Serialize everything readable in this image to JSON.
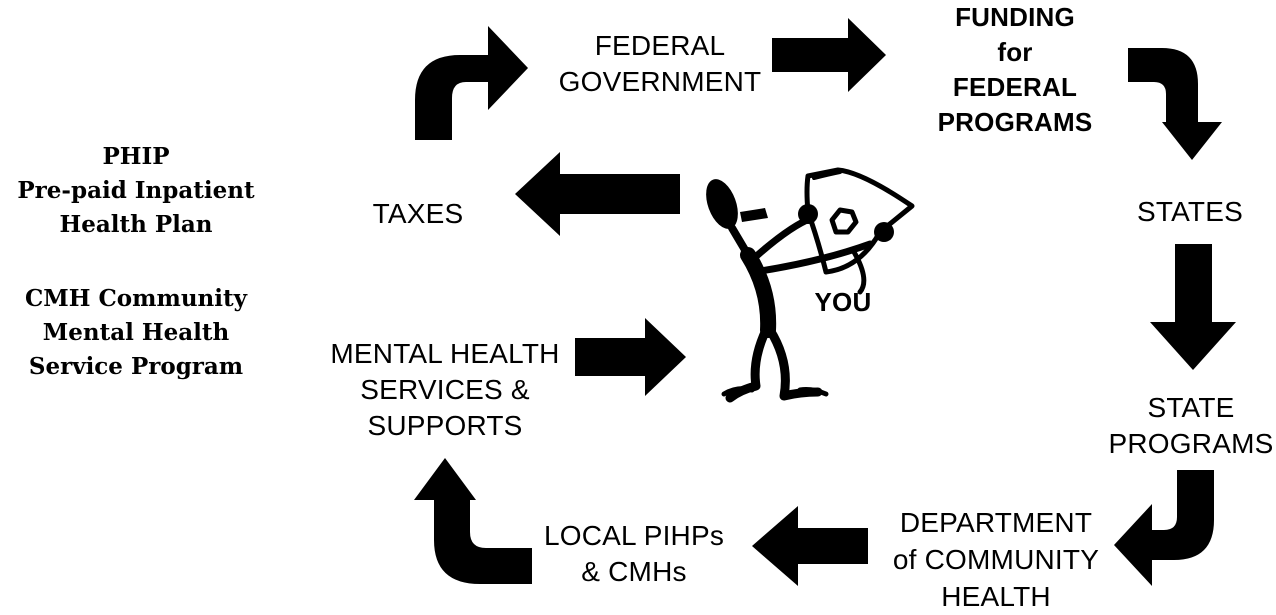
{
  "legend": {
    "phip_lines": [
      "PHIP",
      "Pre-paid Inpatient",
      "Health Plan"
    ],
    "cmh_lines": [
      "CMH  Community",
      "Mental  Health",
      "Service Program"
    ]
  },
  "nodes": {
    "federal_government": [
      "FEDERAL",
      "GOVERNMENT"
    ],
    "funding": [
      "FUNDING",
      "for",
      "FEDERAL",
      "PROGRAMS"
    ],
    "states": [
      "STATES"
    ],
    "state_programs": [
      "STATE",
      "PROGRAMS"
    ],
    "department": [
      "DEPARTMENT",
      "of COMMUNITY",
      "HEALTH"
    ],
    "local": [
      "LOCAL PIHPs",
      "& CMHs"
    ],
    "mental_health": [
      "MENTAL HEALTH",
      "SERVICES &",
      "SUPPORTS"
    ],
    "taxes": [
      "TAXES"
    ],
    "you": "YOU"
  },
  "colors": {
    "ink": "#000000",
    "background": "#ffffff"
  }
}
